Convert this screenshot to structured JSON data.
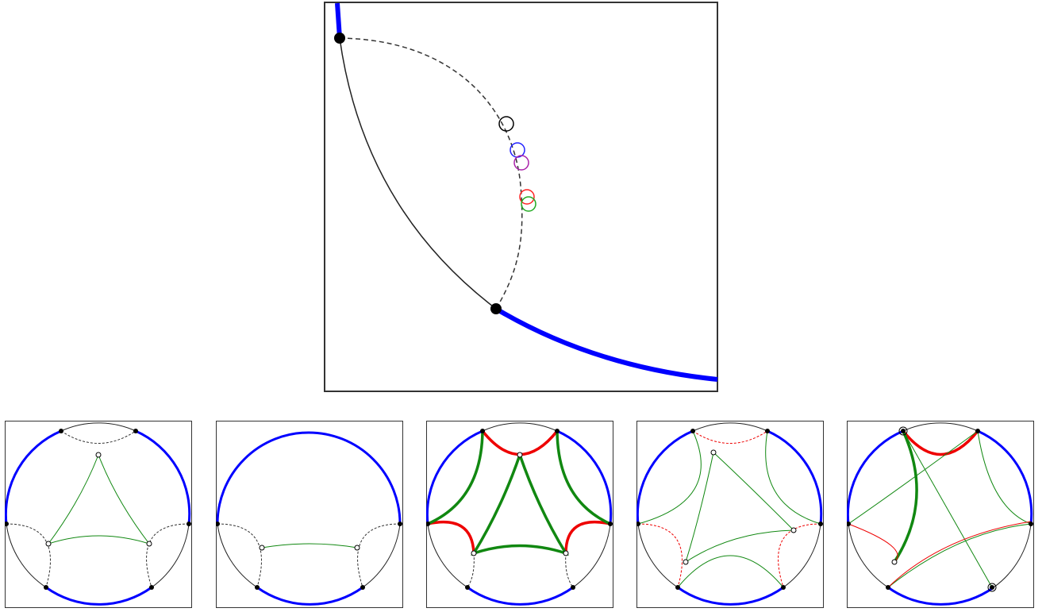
{
  "colors": {
    "frame": "#333333",
    "boundary_blue": "#0000ff",
    "boundary_black": "#222222",
    "geodesic_green": "#118811",
    "edge_red": "#ee0000",
    "marker_black": "#000000",
    "marker_blue": "#2222ff",
    "marker_purple": "#aa22aa",
    "marker_red": "#ff2222",
    "marker_green": "#22aa22"
  },
  "figure": {
    "main_panel": {
      "name": "zoomed-detail"
    },
    "small_panels": [
      {
        "name": "panel-1"
      },
      {
        "name": "panel-2"
      },
      {
        "name": "panel-3"
      },
      {
        "name": "panel-4"
      },
      {
        "name": "panel-5"
      }
    ]
  }
}
